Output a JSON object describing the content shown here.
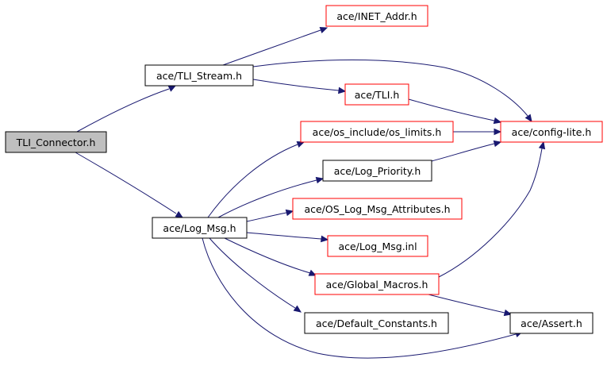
{
  "nodes": {
    "tli_connector": {
      "label": "TLI_Connector.h",
      "fill": "#bfbfbf",
      "stroke": "#000000"
    },
    "tli_stream": {
      "label": "ace/TLI_Stream.h",
      "fill": "#ffffff",
      "stroke": "#000000"
    },
    "log_msg": {
      "label": "ace/Log_Msg.h",
      "fill": "#ffffff",
      "stroke": "#000000"
    },
    "inet_addr": {
      "label": "ace/INET_Addr.h",
      "fill": "#ffffff",
      "stroke": "#ff0000"
    },
    "tli": {
      "label": "ace/TLI.h",
      "fill": "#ffffff",
      "stroke": "#ff0000"
    },
    "os_limits": {
      "label": "ace/os_include/os_limits.h",
      "fill": "#ffffff",
      "stroke": "#ff0000"
    },
    "log_priority": {
      "label": "ace/Log_Priority.h",
      "fill": "#ffffff",
      "stroke": "#000000"
    },
    "os_log_msg_attributes": {
      "label": "ace/OS_Log_Msg_Attributes.h",
      "fill": "#ffffff",
      "stroke": "#ff0000"
    },
    "log_msg_inl": {
      "label": "ace/Log_Msg.inl",
      "fill": "#ffffff",
      "stroke": "#ff0000"
    },
    "global_macros": {
      "label": "ace/Global_Macros.h",
      "fill": "#ffffff",
      "stroke": "#ff0000"
    },
    "default_constants": {
      "label": "ace/Default_Constants.h",
      "fill": "#ffffff",
      "stroke": "#000000"
    },
    "config_lite": {
      "label": "ace/config-lite.h",
      "fill": "#ffffff",
      "stroke": "#ff0000"
    },
    "assert": {
      "label": "ace/Assert.h",
      "fill": "#ffffff",
      "stroke": "#000000"
    }
  },
  "edges": [
    {
      "from": "tli_connector",
      "to": "tli_stream"
    },
    {
      "from": "tli_connector",
      "to": "log_msg"
    },
    {
      "from": "tli_stream",
      "to": "inet_addr"
    },
    {
      "from": "tli_stream",
      "to": "config_lite"
    },
    {
      "from": "tli_stream",
      "to": "tli"
    },
    {
      "from": "tli",
      "to": "config_lite"
    },
    {
      "from": "os_limits",
      "to": "config_lite"
    },
    {
      "from": "log_priority",
      "to": "config_lite"
    },
    {
      "from": "global_macros",
      "to": "config_lite"
    },
    {
      "from": "global_macros",
      "to": "assert"
    },
    {
      "from": "log_msg",
      "to": "os_limits"
    },
    {
      "from": "log_msg",
      "to": "log_priority"
    },
    {
      "from": "log_msg",
      "to": "os_log_msg_attributes"
    },
    {
      "from": "log_msg",
      "to": "log_msg_inl"
    },
    {
      "from": "log_msg",
      "to": "global_macros"
    },
    {
      "from": "log_msg",
      "to": "default_constants"
    },
    {
      "from": "log_msg",
      "to": "assert"
    }
  ],
  "colors": {
    "edge": "#191970",
    "highlight_fill": "#bfbfbf",
    "incomplete_stroke": "#ff0000"
  }
}
